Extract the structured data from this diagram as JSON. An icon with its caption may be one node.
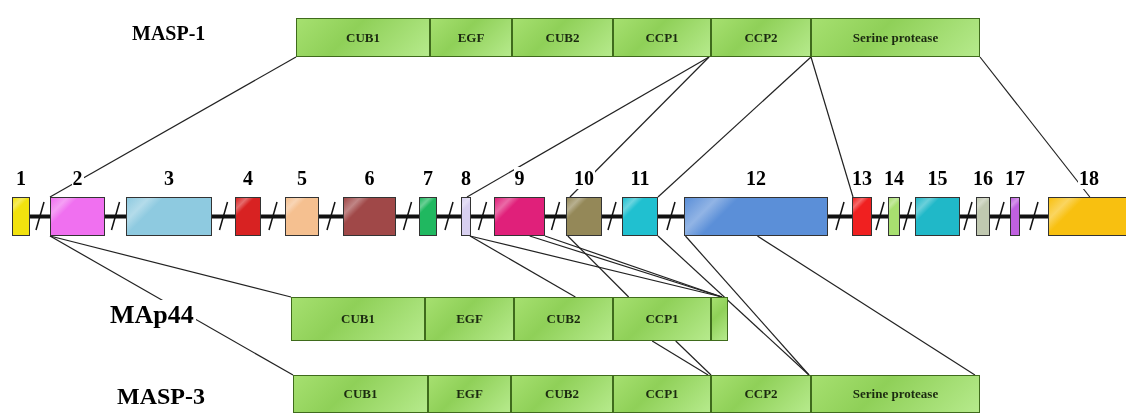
{
  "diagram": {
    "nodes": [
      {
        "text": [
          "CUB1"
        ]
      },
      {
        "text": [
          "EGF"
        ]
      },
      {
        "text": [
          "CUB2"
        ]
      },
      {
        "text": [
          "CCP1"
        ]
      },
      {
        "text": [
          "CCP2"
        ]
      },
      {
        "text": [
          "Serine protease"
        ]
      },
      {
        "text": [
          "1"
        ]
      },
      {
        "text": [
          "2"
        ]
      },
      {
        "text": [
          "3"
        ]
      },
      {
        "text": [
          "4"
        ]
      },
      {
        "text": [
          "5"
        ]
      },
      {
        "text": [
          "6"
        ]
      },
      {
        "text": [
          "7"
        ]
      },
      {
        "text": [
          "8"
        ]
      },
      {
        "text": [
          "9"
        ]
      },
      {
        "text": [
          "10"
        ]
      },
      {
        "text": [
          "11"
        ]
      },
      {
        "text": [
          "12"
        ]
      },
      {
        "text": [
          "13"
        ]
      },
      {
        "text": [
          "14"
        ]
      },
      {
        "text": [
          "15"
        ]
      },
      {
        "text": [
          "16"
        ]
      },
      {
        "text": [
          "17"
        ]
      },
      {
        "text": [
          "18"
        ]
      },
      {
        "text": [
          "CUB1"
        ]
      },
      {
        "text": [
          "EGF"
        ]
      },
      {
        "text": [
          "CUB2"
        ]
      },
      {
        "text": [
          "CCP1"
        ]
      },
      {
        "text": [],
        "shape": "box"
      },
      {
        "text": [
          "CUB1"
        ]
      },
      {
        "text": [
          "EGF"
        ]
      },
      {
        "text": [
          "CUB2"
        ]
      },
      {
        "text": [
          "CCP1"
        ]
      },
      {
        "text": [
          "CCP2"
        ]
      },
      {
        "text": [
          "Serine protease"
        ]
      }
    ],
    "edges": [
      {
        "from": 0,
        "to": 7,
        "arrow": "none"
      },
      {
        "from": 3,
        "to": 13,
        "arrow": "none"
      },
      {
        "from": 3,
        "to": 15,
        "arrow": "none"
      },
      {
        "from": 4,
        "to": 16,
        "arrow": "none"
      },
      {
        "from": 4,
        "to": 18,
        "arrow": "none"
      },
      {
        "from": 5,
        "to": 23,
        "arrow": "none"
      },
      {
        "from": 7,
        "to": 24,
        "arrow": "none"
      },
      {
        "from": 7,
        "to": 29,
        "arrow": "none"
      },
      {
        "from": 13,
        "to": 26,
        "arrow": "none"
      },
      {
        "from": 13,
        "to": 28,
        "arrow": "none"
      },
      {
        "from": 14,
        "to": 28,
        "arrow": "none"
      },
      {
        "from": 14,
        "to": 28,
        "arrow": "none"
      },
      {
        "from": 15,
        "to": 27,
        "arrow": "none"
      },
      {
        "from": 16,
        "to": 33,
        "arrow": "none"
      },
      {
        "from": 17,
        "to": 33,
        "arrow": "none"
      },
      {
        "from": 17,
        "to": 34,
        "arrow": "none"
      },
      {
        "from": 27,
        "to": 32,
        "arrow": "none"
      },
      {
        "from": 27,
        "to": 32,
        "arrow": "none"
      },
      {
        "from": 6,
        "to": 7,
        "arrow": "none",
        "style": "thick"
      },
      {
        "from": 7,
        "to": 8,
        "arrow": "none",
        "style": "thick"
      },
      {
        "from": 8,
        "to": 9,
        "arrow": "none",
        "style": "thick"
      },
      {
        "from": 9,
        "to": 10,
        "arrow": "none",
        "style": "thick"
      },
      {
        "from": 10,
        "to": 11,
        "arrow": "none",
        "style": "thick"
      },
      {
        "from": 11,
        "to": 12,
        "arrow": "none",
        "style": "thick"
      },
      {
        "from": 12,
        "to": 13,
        "arrow": "none",
        "style": "thick"
      },
      {
        "from": 13,
        "to": 14,
        "arrow": "none",
        "style": "thick"
      },
      {
        "from": 14,
        "to": 15,
        "arrow": "none",
        "style": "thick"
      },
      {
        "from": 15,
        "to": 16,
        "arrow": "none",
        "style": "thick"
      },
      {
        "from": 16,
        "to": 17,
        "arrow": "none",
        "style": "thick"
      },
      {
        "from": 17,
        "to": 18,
        "arrow": "none",
        "style": "thick"
      },
      {
        "from": 18,
        "to": 19,
        "arrow": "none",
        "style": "thick"
      },
      {
        "from": 19,
        "to": 20,
        "arrow": "none",
        "style": "thick"
      },
      {
        "from": 20,
        "to": 21,
        "arrow": "none",
        "style": "thick"
      },
      {
        "from": 21,
        "to": 22,
        "arrow": "none",
        "style": "thick"
      },
      {
        "from": 22,
        "to": 23,
        "arrow": "none",
        "style": "thick"
      }
    ],
    "labels": [
      "MASP-1",
      "MAp44",
      "MASP-3"
    ]
  }
}
